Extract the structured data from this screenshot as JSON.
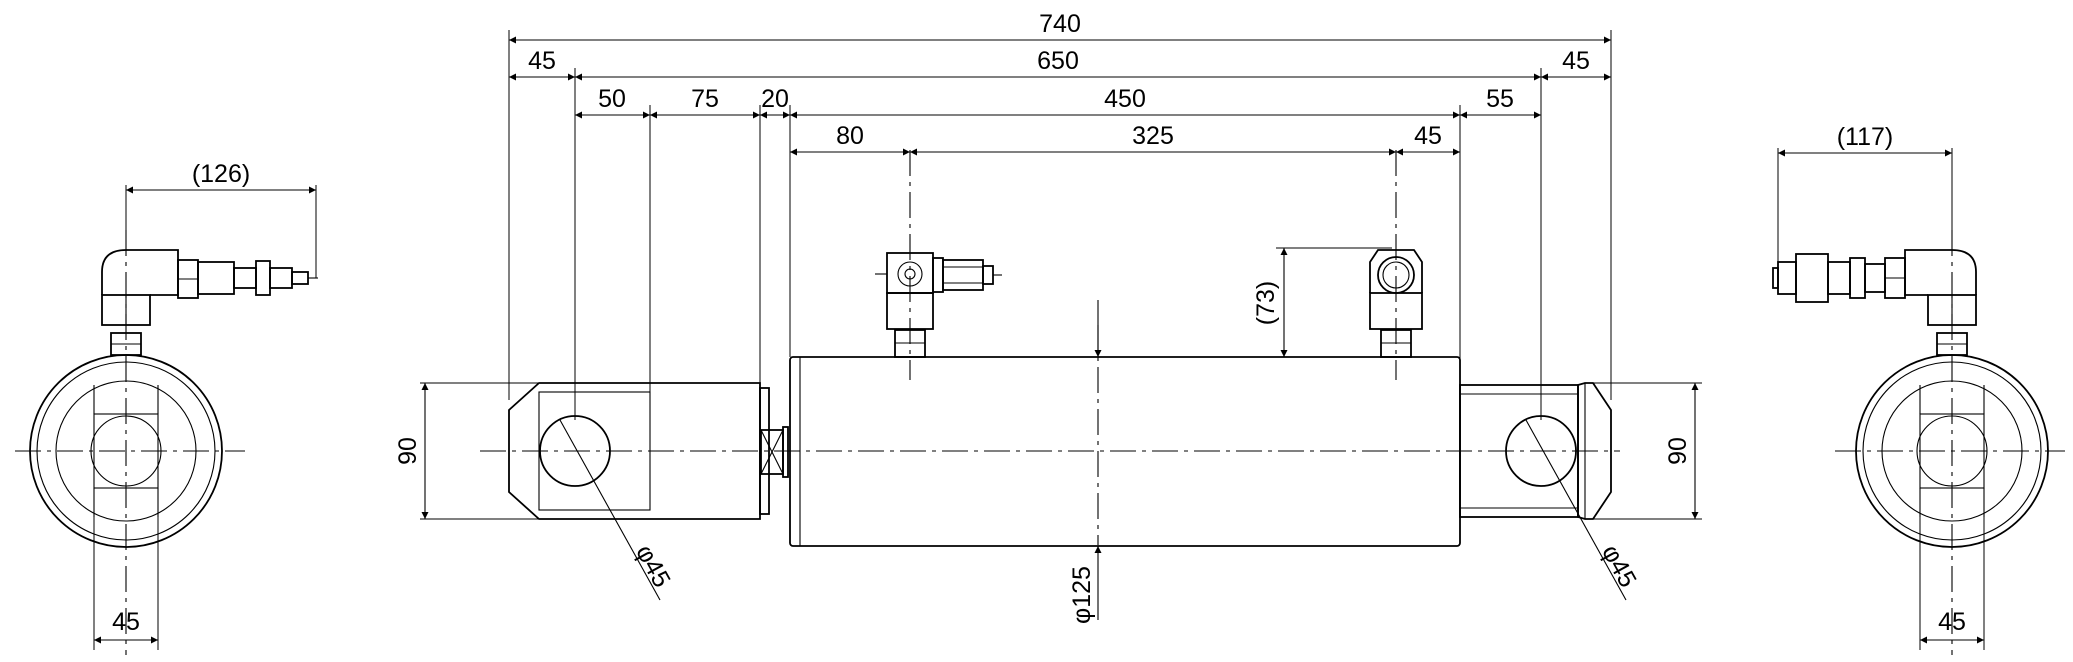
{
  "dimensions": {
    "overall": "740",
    "left_end": "45",
    "between_pins": "650",
    "right_end": "45",
    "clevis_a": "50",
    "clevis_b": "75",
    "gap": "20",
    "body_length": "450",
    "rod_end": "55",
    "port_offset": "80",
    "port_spacing": "325",
    "port_right": "45",
    "left_coupler": "(126)",
    "right_coupler": "(117)",
    "port_height": "(73)",
    "clevis_height_left": "90",
    "clevis_height_right": "90",
    "pin_left": "φ45",
    "pin_right": "φ45",
    "bore": "φ125",
    "left_view_width": "45",
    "right_view_width": "45"
  }
}
